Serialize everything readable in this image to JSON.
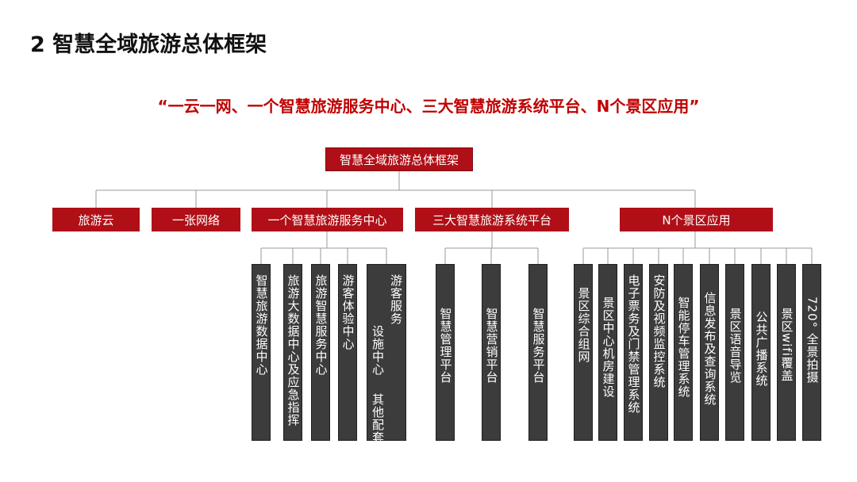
{
  "page_title": "2 智慧全域旅游总体框架",
  "subtitle": "“一云一网、一个智慧旅游服务中心、三大智慧旅游系统平台、N个景区应用”",
  "root": "智慧全域旅游总体框架",
  "level1": [
    "旅游云",
    "一张网络",
    "一个智慧旅游服务中心",
    "三大智慧旅游系统平台",
    "N个景区应用"
  ],
  "service_center_items": [
    "智慧旅游数据中心",
    "旅游大数据中心及应急指挥",
    "旅游智慧服务中心",
    "游客体验中心"
  ],
  "service_center_extra": [
    "游客服务",
    "设施中心",
    "其他配套"
  ],
  "platform_items": [
    "智慧管理平台",
    "智慧营销平台",
    "智慧服务平台"
  ],
  "scenic_items": [
    "景区综合组网",
    "景区中心机房建设",
    "电子票务及门禁管理系统",
    "安防及视频监控系统",
    "智能停车管理系统",
    "信息发布及查询系统",
    "景区语音导览",
    "公共广播系统",
    "景区wifi覆盖",
    "720° 全景拍摄"
  ]
}
